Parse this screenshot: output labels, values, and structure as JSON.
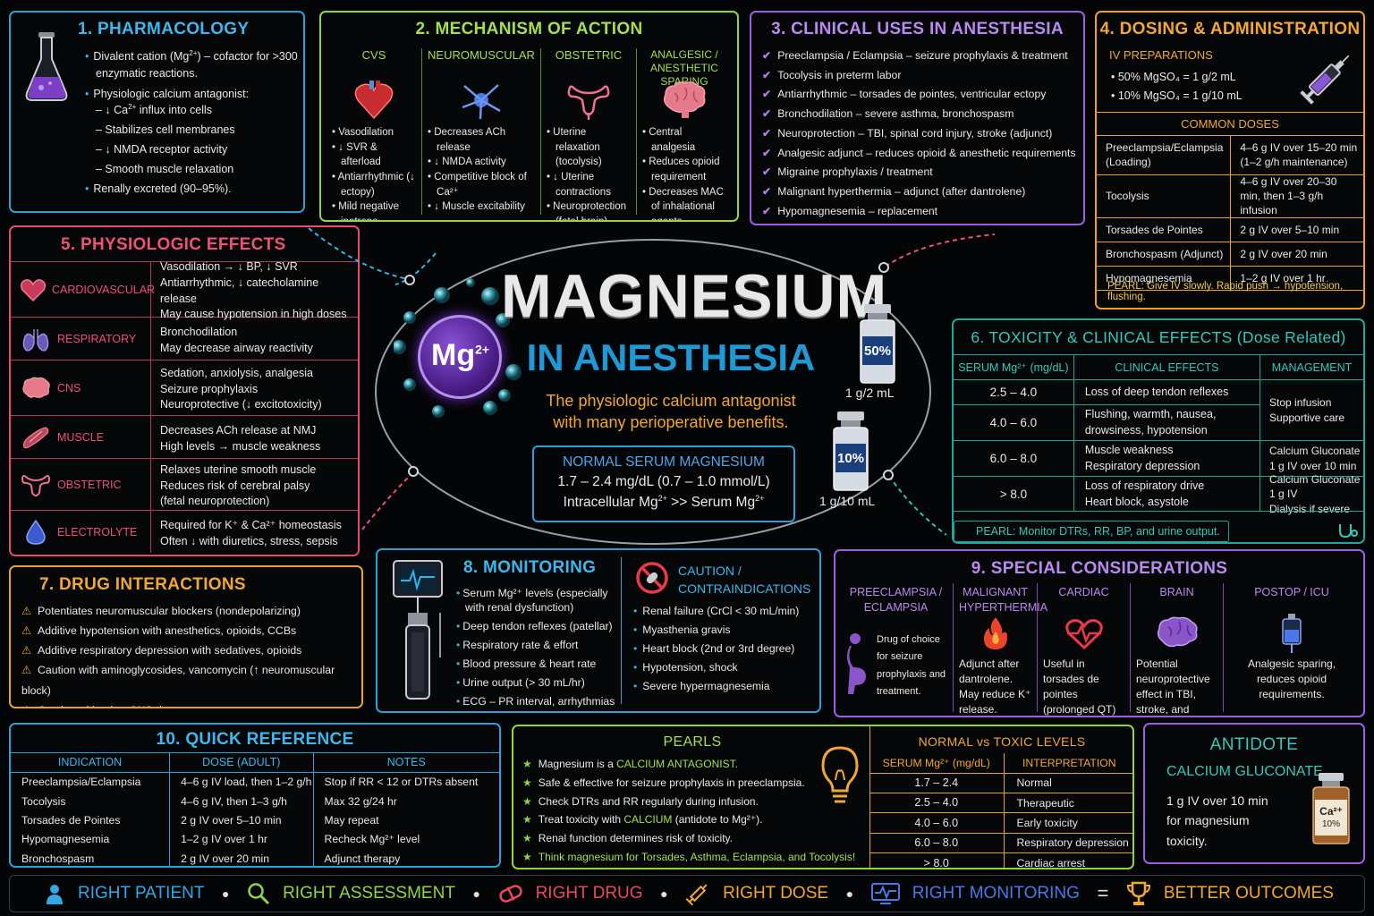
{
  "title": {
    "line1": "MAGNESIUM",
    "line2": "IN ANESTHESIA",
    "tagline1": "The physiologic calcium antagonist",
    "tagline2": "with many perioperative benefits.",
    "badge": "Mg",
    "badge_sup": "2+"
  },
  "normal": {
    "head": "NORMAL SERUM MAGNESIUM",
    "range": "1.7 – 2.4 mg/dL (0.7 – 1.0 mmol/L)",
    "intra": "Intracellular Mg",
    "intra_sup": "2+",
    "intra2": " >> Serum Mg",
    "intra2_sup": "2+"
  },
  "vials": [
    {
      "label": "50%",
      "dose": "1 g/2 mL"
    },
    {
      "label": "10%",
      "dose": "1 g/10 mL"
    }
  ],
  "pharm": {
    "title": "1. PHARMACOLOGY",
    "b1a": "Divalent cation (Mg",
    "b1sup": "2+",
    "b1b": ") – cofactor for >300",
    "b1c": "enzymatic reactions.",
    "b2": "Physiologic calcium antagonist:",
    "d1a": "– ↓ Ca",
    "d1sup": "2+",
    "d1b": " influx into cells",
    "d2": "– Stabilizes cell membranes",
    "d3": "– ↓ NMDA receptor activity",
    "d4": "– Smooth muscle relaxation",
    "b3": "Renally excreted (90–95%)."
  },
  "moa": {
    "title": "2. MECHANISM OF ACTION",
    "cols": [
      {
        "h": "CVS",
        "items": [
          "Vasodilation",
          "↓ SVR & afterload",
          "Antiarrhythmic (↓ ectopy)",
          "Mild negative inotrope"
        ]
      },
      {
        "h": "NEUROMUSCULAR",
        "items": [
          "Decreases ACh release",
          "↓ NMDA activity",
          "Competitive block of Ca²⁺",
          "↓ Muscle excitability"
        ]
      },
      {
        "h": "OBSTETRIC",
        "items": [
          "Uterine relaxation (tocolysis)",
          "↓ Uterine contractions",
          "Neuroprotection (fetal brain)"
        ]
      },
      {
        "h": "ANALGESIC / ANESTHETIC SPARING",
        "items": [
          "Central analgesia",
          "Reduces opioid requirement",
          "Decreases MAC of inhalational agents"
        ]
      }
    ]
  },
  "uses": {
    "title": "3. CLINICAL USES IN ANESTHESIA",
    "items": [
      "Preeclampsia / Eclampsia – seizure prophylaxis & treatment",
      "Tocolysis in preterm labor",
      "Antiarrhythmic – torsades de pointes, ventricular ectopy",
      "Bronchodilation – severe asthma, bronchospasm",
      "Neuroprotection – TBI, spinal cord injury, stroke (adjunct)",
      "Analgesic adjunct – reduces opioid & anesthetic requirements",
      "Migraine prophylaxis / treatment",
      "Malignant hyperthermia – adjunct (after dantrolene)",
      "Hypomagnesemia – replacement"
    ]
  },
  "dosing": {
    "title": "4. DOSING & ADMINISTRATION",
    "prep_h": "IV PREPARATIONS",
    "preps": [
      "50% MgSO₄ = 1 g/2 mL",
      "10% MgSO₄ = 1 g/10 mL"
    ],
    "common_h": "COMMON DOSES",
    "rows": [
      [
        "Preeclampsia/Eclampsia (Loading)",
        "4–6 g IV over 15–20 min (1–2 g/h maintenance)"
      ],
      [
        "Tocolysis",
        "4–6 g IV over 20–30 min, then 1–3 g/h infusion"
      ],
      [
        "Torsades de Pointes",
        "2 g IV over 5–10 min"
      ],
      [
        "Bronchospasm (Adjunct)",
        "2 g IV over 20 min"
      ],
      [
        "Hypomagnesemia",
        "1–2 g IV over 1 hr"
      ]
    ],
    "pearl": "PEARL: Give IV slowly. Rapid push → hypotension, flushing."
  },
  "physio": {
    "title": "5. PHYSIOLOGIC EFFECTS",
    "rows": [
      {
        "label": "CARDIOVASCULAR",
        "text": [
          "Vasodilation → ↓ BP, ↓ SVR",
          "Antiarrhythmic, ↓ catecholamine release",
          "May cause hypotension in high doses"
        ]
      },
      {
        "label": "RESPIRATORY",
        "text": [
          "Bronchodilation",
          "May decrease airway reactivity"
        ]
      },
      {
        "label": "CNS",
        "text": [
          "Sedation, anxiolysis, analgesia",
          "Seizure prophylaxis",
          "Neuroprotective (↓ excitotoxicity)"
        ]
      },
      {
        "label": "MUSCLE",
        "text": [
          "Decreases ACh release at NMJ",
          "High levels → muscle weakness"
        ]
      },
      {
        "label": "OBSTETRIC",
        "text": [
          "Relaxes uterine smooth muscle",
          "Reduces risk of cerebral palsy",
          "(fetal neuroprotection)"
        ]
      },
      {
        "label": "ELECTROLYTE",
        "text": [
          "Required for K⁺ & Ca²⁺ homeostasis",
          "Often ↓ with diuretics, stress, sepsis"
        ]
      }
    ]
  },
  "tox": {
    "title": "6. TOXICITY & CLINICAL EFFECTS (Dose Related)",
    "headers": [
      "SERUM Mg²⁺ (mg/dL)",
      "CLINICAL EFFECTS",
      "MANAGEMENT"
    ],
    "rows": [
      {
        "lvl": "2.5 – 4.0",
        "eff": [
          "Loss of deep tendon reflexes"
        ]
      },
      {
        "lvl": "4.0 – 6.0",
        "eff": [
          "Flushing, warmth, nausea,",
          "drowsiness, hypotension"
        ]
      },
      {
        "lvl": "6.0 – 8.0",
        "eff": [
          "Muscle weakness",
          "Respiratory depression"
        ]
      },
      {
        "lvl": "> 8.0",
        "eff": [
          "Loss of respiratory drive",
          "Heart block, asystole"
        ]
      }
    ],
    "mgmt": [
      [
        "Stop infusion",
        "Supportive care"
      ],
      [
        "Calcium Gluconate",
        "1 g IV over 10 min"
      ],
      [
        "Calcium Gluconate",
        "1 g IV",
        "Dialysis if severe"
      ]
    ],
    "pearl": "PEARL: Monitor DTRs, RR, BP, and urine output."
  },
  "drug": {
    "title": "7. DRUG INTERACTIONS",
    "items": [
      "Potentiates neuromuscular blockers (nondepolarizing)",
      "Additive hypotension with anesthetics, opioids, CCBs",
      "Additive respiratory depression with sedatives, opioids",
      "Caution with aminoglycosides, vancomycin (↑ neuromuscular block)",
      "Caution with other CNS depressants"
    ]
  },
  "monitor": {
    "title": "8. MONITORING",
    "items": [
      "Serum Mg²⁺ levels (especially with renal dysfunction)",
      "Deep tendon reflexes (patellar)",
      "Respiratory rate & effort",
      "Blood pressure & heart rate",
      "Urine output (> 30 mL/hr)",
      "ECG – PR interval, arrhythmias"
    ],
    "caution_h1": "CAUTION /",
    "caution_h2": "CONTRAINDICATIONS",
    "caution": [
      "Renal failure (CrCl < 30 mL/min)",
      "Myasthenia gravis",
      "Heart block (2nd or 3rd degree)",
      "Hypotension, shock",
      "Severe hypermagnesemia"
    ]
  },
  "special": {
    "title": "9. SPECIAL CONSIDERATIONS",
    "cols": [
      {
        "h": "PREECLAMPSIA / ECLAMPSIA",
        "t": "Drug of choice for seizure prophylaxis and treatment."
      },
      {
        "h": "MALIGNANT HYPERTHERMIA",
        "t": "Adjunct after dantrolene. May reduce K⁺ release."
      },
      {
        "h": "CARDIAC",
        "t": "Useful in torsades de pointes (prolonged QT) and other arrhythmias."
      },
      {
        "h": "BRAIN",
        "t": "Potential neuroprotective effect in TBI, stroke, and cardiac arrest."
      },
      {
        "h": "POSTOP / ICU",
        "t": "Analgesic sparing, reduces opioid requirements."
      }
    ]
  },
  "quick": {
    "title": "10. QUICK REFERENCE",
    "headers": [
      "INDICATION",
      "DOSE (ADULT)",
      "NOTES"
    ],
    "rows": [
      [
        "Preeclampsia/Eclampsia",
        "4–6 g IV load, then 1–2 g/h",
        "Stop if RR < 12 or DTRs absent"
      ],
      [
        "Tocolysis",
        "4–6 g IV, then 1–3 g/h",
        "Max 32 g/24 hr"
      ],
      [
        "Torsades de Pointes",
        "2 g IV over 5–10 min",
        "May repeat"
      ],
      [
        "Hypomagnesemia",
        "1–2 g IV over 1 hr",
        "Recheck Mg²⁺ level"
      ],
      [
        "Bronchospasm",
        "2 g IV over 20 min",
        "Adjunct therapy"
      ]
    ]
  },
  "pearls": {
    "title": "PEARLS",
    "i1a": "Magnesium is a ",
    "i1b": "CALCIUM ANTAGONIST.",
    "i2": "Safe & effective for seizure prophylaxis in preeclampsia.",
    "i3": "Check DTRs and RR regularly during infusion.",
    "i4a": "Treat toxicity with ",
    "i4b": "CALCIUM",
    "i4c": " (antidote to Mg²⁺).",
    "i5": "Renal function determines risk of toxicity.",
    "i6": "Think magnesium for Torsades, Asthma, Eclampsia, and Tocolysis!"
  },
  "levels": {
    "title": "NORMAL vs TOXIC LEVELS",
    "headers": [
      "SERUM Mg²⁺ (mg/dL)",
      "INTERPRETATION"
    ],
    "rows": [
      [
        "1.7 – 2.4",
        "Normal"
      ],
      [
        "2.5 – 4.0",
        "Therapeutic"
      ],
      [
        "4.0 – 6.0",
        "Early toxicity"
      ],
      [
        "6.0 – 8.0",
        "Respiratory depression"
      ],
      [
        "> 8.0",
        "Cardiac arrest"
      ]
    ]
  },
  "antidote": {
    "title": "ANTIDOTE",
    "drug": "CALCIUM GLUCONATE",
    "text": [
      "1 g IV over 10 min",
      "for magnesium",
      "toxicity."
    ],
    "vial1": "Ca²⁺",
    "vial2": "10%"
  },
  "footer": [
    {
      "t": "RIGHT PATIENT",
      "c": "#35a6e6"
    },
    {
      "t": "RIGHT ASSESSMENT",
      "c": "#8fd449"
    },
    {
      "t": "RIGHT DRUG",
      "c": "#e9485f"
    },
    {
      "t": "RIGHT DOSE",
      "c": "#f2a735"
    },
    {
      "t": "RIGHT MONITORING",
      "c": "#4a78e6"
    },
    {
      "t": "BETTER OUTCOMES",
      "c": "#f2a735"
    }
  ],
  "colors": {
    "blue": "#35b3e6",
    "green": "#8fd449",
    "purple": "#b07de8",
    "orange": "#f2a735",
    "pink": "#ef4e7d",
    "teal": "#2cc3b4"
  }
}
